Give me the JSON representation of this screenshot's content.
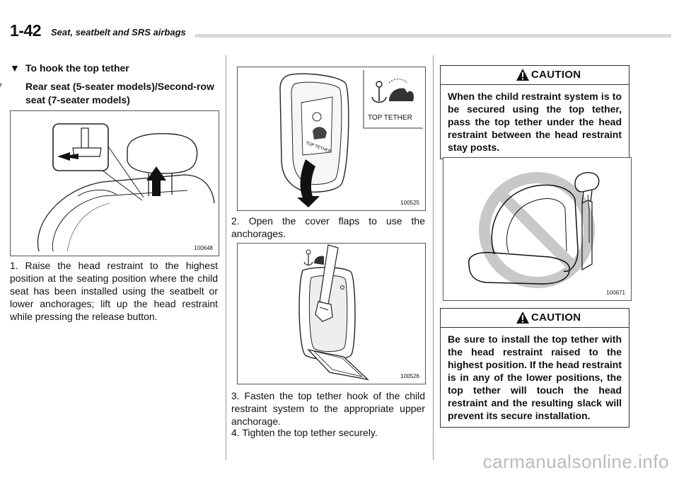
{
  "header": {
    "page_number": "1-42",
    "section_title": "Seat, seatbelt and SRS airbags"
  },
  "col1": {
    "heading": "To hook the top tether",
    "heading_marker": "▼",
    "subheading": "Rear seat (5-seater models)/Second-row seat (7-seater models)",
    "subheading_marker": "▽",
    "figure_code": "100648",
    "step1": "1. Raise the head restraint to the highest position at the seating position where the child seat has been installed using the seatbelt or lower anchorages; lift up the head restraint while pressing the release button."
  },
  "col2": {
    "figure1_code": "100525",
    "figure1_label": "TOP TETHER",
    "figure1_flap_label": "TOP TETHER",
    "step2": "2. Open the cover flaps to use the anchorages.",
    "figure2_code": "100526",
    "step3": "3. Fasten the top tether hook of the child restraint system to the appropriate upper anchorage.",
    "step4": "4. Tighten the top tether securely."
  },
  "col3": {
    "caution1_title": "CAUTION",
    "caution1_text": "When the child restraint system is to be secured using the top tether, pass the top tether under the head restraint between the head restraint stay posts.",
    "figure_code": "100671",
    "caution2_title": "CAUTION",
    "caution2_text": "Be sure to install the top tether with the head restraint raised to the highest position. If the head restraint is in any of the lower positions, the top tether will touch the head restraint and the resulting slack will prevent its secure installation."
  },
  "watermark": "carmanualsonline.info",
  "icons": {
    "warning": "warning-triangle-icon",
    "prohibited": "prohibited-icon",
    "tether": "child-seat-tether-icon",
    "arrow": "arrow-icon"
  },
  "colors": {
    "header_rule": "#d8d8d8",
    "prohibited_sign": "#c8c8c8",
    "watermark": "#bbbbbb"
  }
}
